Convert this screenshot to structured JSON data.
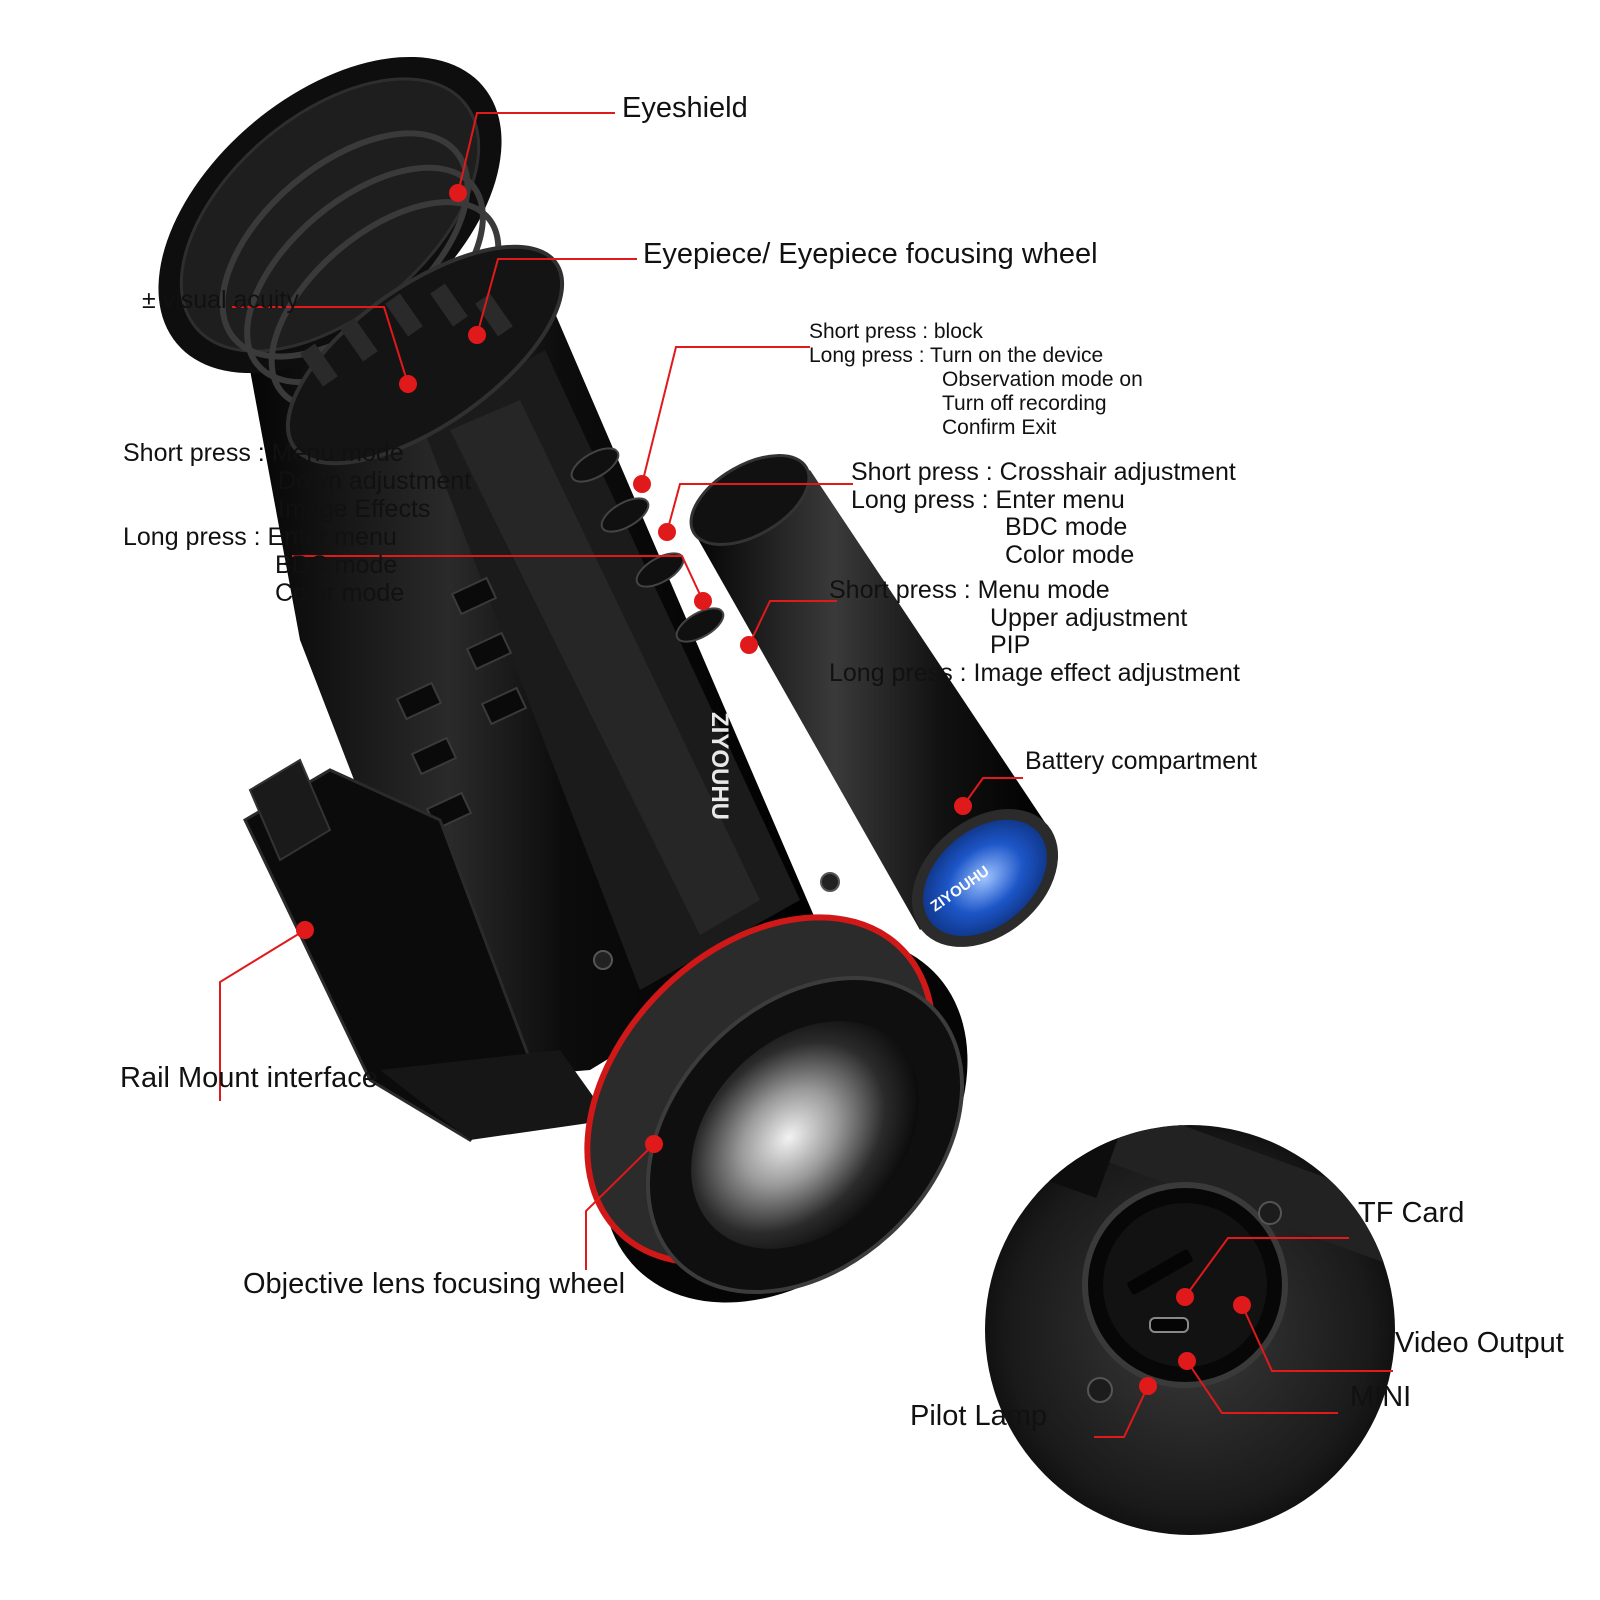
{
  "colors": {
    "leader": "#e0191b",
    "body": "#141414",
    "accent_ring": "#d01818",
    "cap_blue": "#1d56c8"
  },
  "brand": {
    "body_text": "ZIYOUHU",
    "cap_text": "ZIYOUHU"
  },
  "labels": {
    "eyeshield": "Eyeshield",
    "eyepiece": "Eyepiece/ Eyepiece focusing wheel",
    "visual_acuity": "± visual acuity",
    "power_button": {
      "short": "Short press : block",
      "long": "Long press : Turn on the device",
      "long_items": [
        "Observation mode on",
        "Turn off recording",
        "Confirm Exit"
      ]
    },
    "left_button": {
      "short": "Short press : Menu mode",
      "short_items": [
        "Down adjustment",
        "Image Effects"
      ],
      "long": "Long press : Enter menu",
      "long_items": [
        "BDC mode",
        "Color mode"
      ]
    },
    "crosshair_button": {
      "short": "Short press : Crosshair adjustment",
      "long": "Long press : Enter menu",
      "long_items": [
        "BDC mode",
        "Color mode"
      ]
    },
    "menu_button": {
      "short": "Short press : Menu mode",
      "short_items": [
        "Upper adjustment",
        "PIP"
      ],
      "long": "Long press : Image effect adjustment"
    },
    "battery": "Battery compartment",
    "rail_mount": "Rail Mount interface",
    "objective": "Objective lens focusing wheel",
    "tf_card": "TF Card",
    "video_output": "Video Output",
    "mini": "MINI",
    "pilot_lamp": "Pilot Lamp"
  }
}
